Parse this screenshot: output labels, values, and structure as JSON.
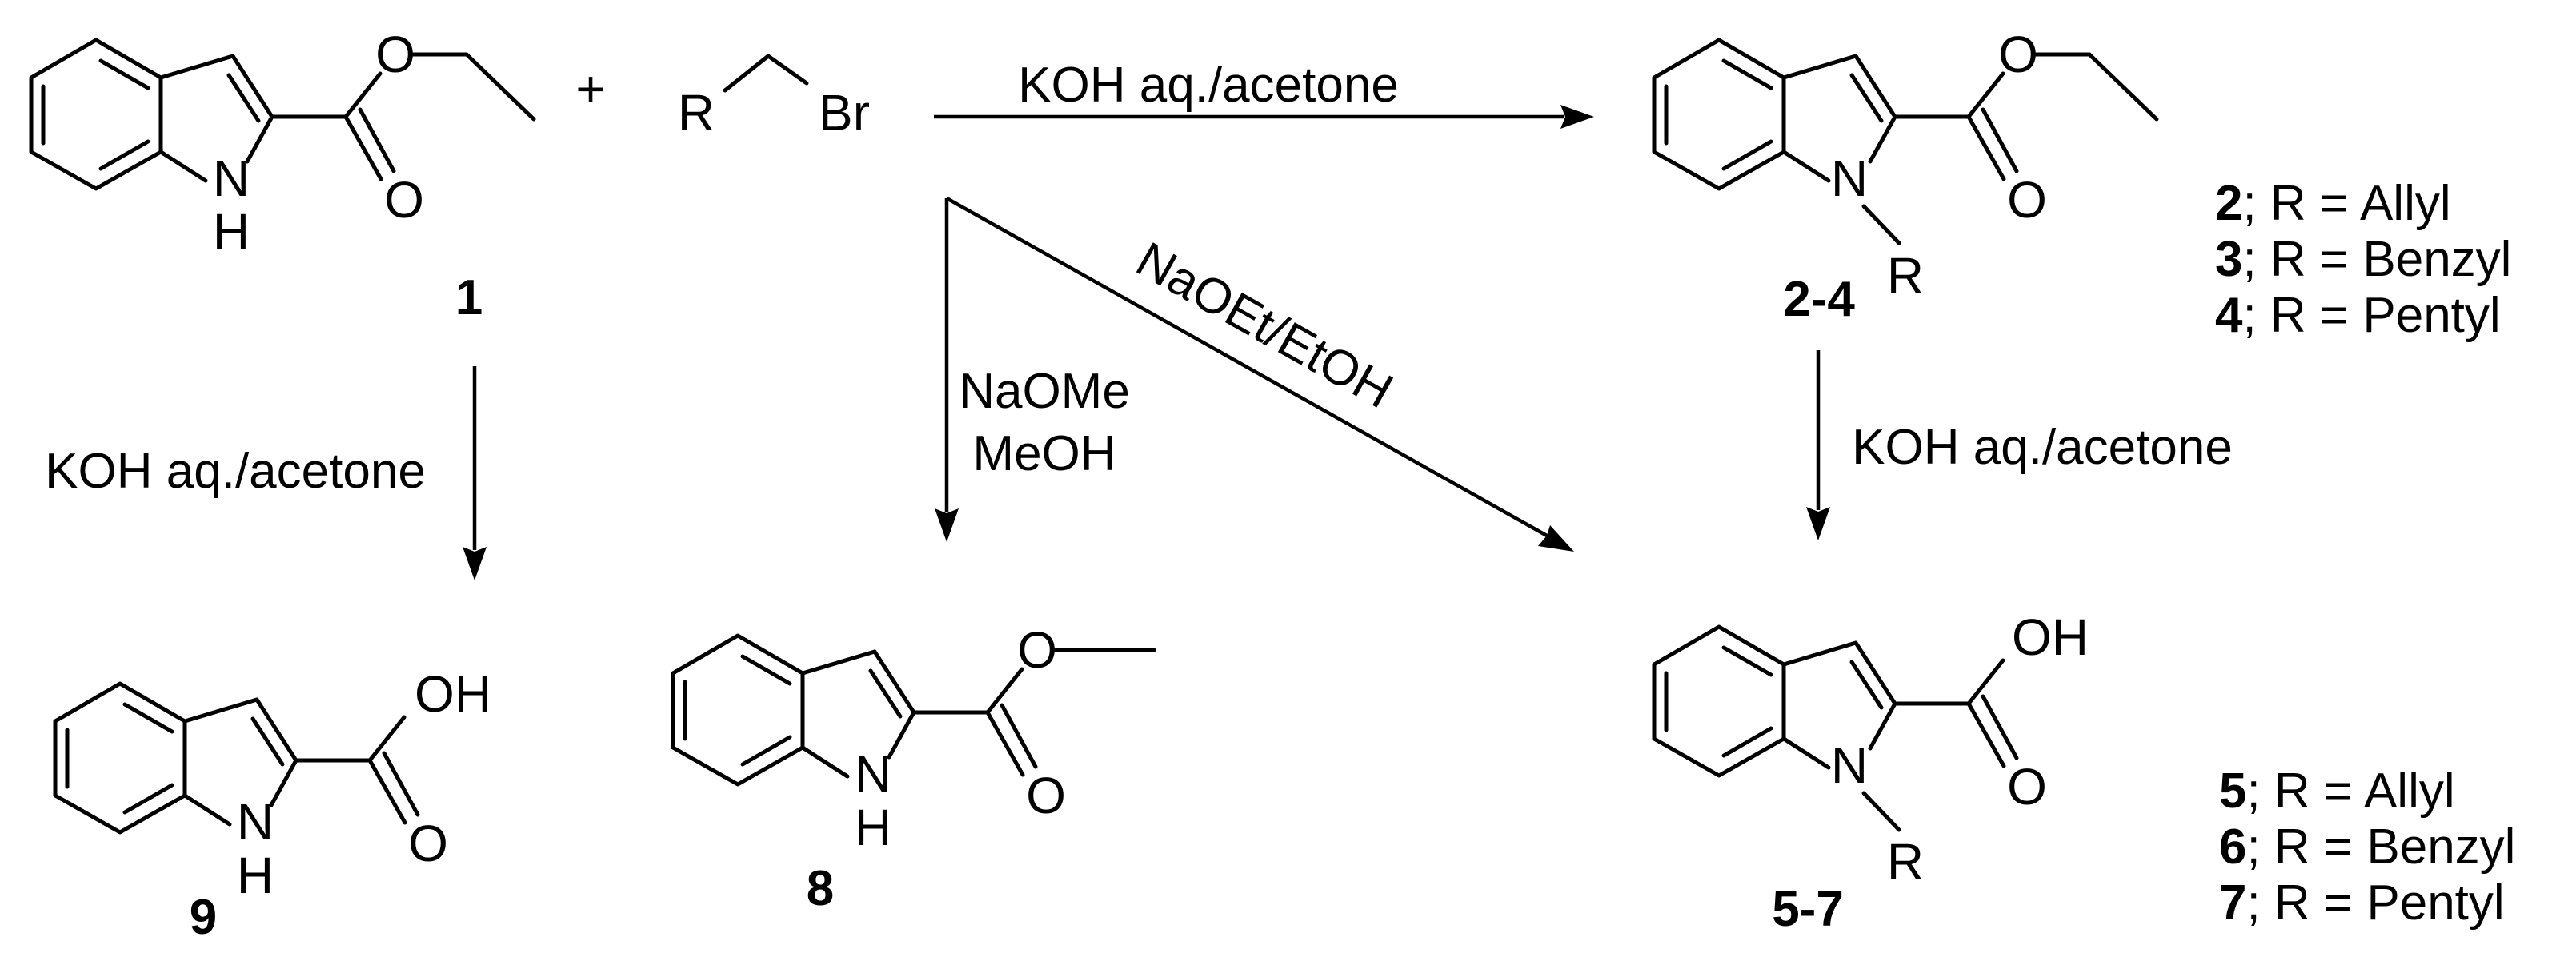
{
  "atoms": {
    "O": "O",
    "NH_N": "N",
    "NH_H": "H",
    "OH": "OH",
    "R": "R",
    "Br": "Br",
    "plus": "+"
  },
  "compounds": {
    "c1": "1",
    "c2_4": "2-4",
    "c5_7": "5-7",
    "c8": "8",
    "c9": "9"
  },
  "conditions": {
    "top": "KOH aq./acetone",
    "left": "KOH aq./acetone",
    "right": "KOH aq./acetone",
    "mid_line1": "NaOMe",
    "mid_line2": "MeOH",
    "diagonal": "NaOEt/EtOH"
  },
  "legend_2_4": [
    {
      "num": "2",
      "text": "; R = Allyl"
    },
    {
      "num": "3",
      "text": "; R = Benzyl"
    },
    {
      "num": "4",
      "text": "; R = Pentyl"
    }
  ],
  "legend_5_7": [
    {
      "num": "5",
      "text": "; R = Allyl"
    },
    {
      "num": "6",
      "text": "; R = Benzyl"
    },
    {
      "num": "7",
      "text": "; R = Pentyl"
    }
  ]
}
